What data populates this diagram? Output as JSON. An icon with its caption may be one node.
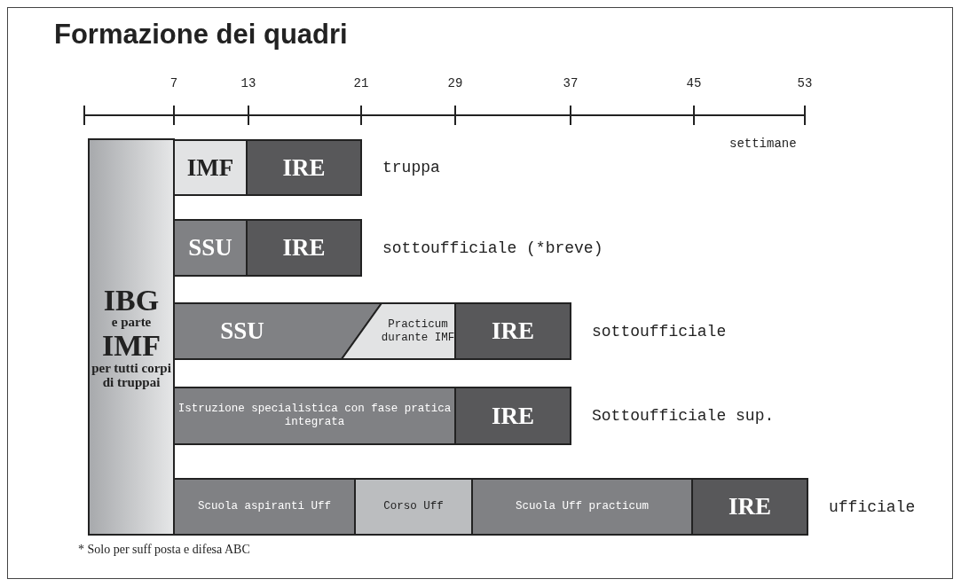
{
  "diagram": {
    "title": "Formazione dei quadri",
    "nodes": [
      {
        "text": [
          "IBG",
          "e parte",
          "IMF",
          "per tutti corpi di truppai"
        ]
      },
      {
        "text": [
          "IMF"
        ]
      },
      {
        "text": [
          "IRE"
        ],
        "beside": [
          "truppa"
        ]
      },
      {
        "text": [
          "SSU"
        ]
      },
      {
        "text": [
          "IRE"
        ],
        "beside": [
          "sottoufficiale (*breve)"
        ]
      },
      {
        "text": [
          "SSU"
        ]
      },
      {
        "text": [
          "Practicum durante IMF"
        ]
      },
      {
        "text": [
          "IRE"
        ],
        "beside": [
          "sottoufficiale"
        ]
      },
      {
        "text": [
          "Istruzione specialistica con fase pratica integrata"
        ]
      },
      {
        "text": [
          "IRE"
        ],
        "beside": [
          "Sottoufficiale sup."
        ]
      },
      {
        "text": [
          "Scuola aspiranti Uff"
        ]
      },
      {
        "text": [
          "Corso Uff"
        ]
      },
      {
        "text": [
          "Scuola Uff practicum"
        ]
      },
      {
        "text": [
          "IRE"
        ],
        "beside": [
          "ufficiale"
        ]
      }
    ],
    "labels": [
      "7",
      "13",
      "21",
      "29",
      "37",
      "45",
      "53",
      "settimane"
    ],
    "caption": "* Solo per suff posta e difesa ABC"
  }
}
